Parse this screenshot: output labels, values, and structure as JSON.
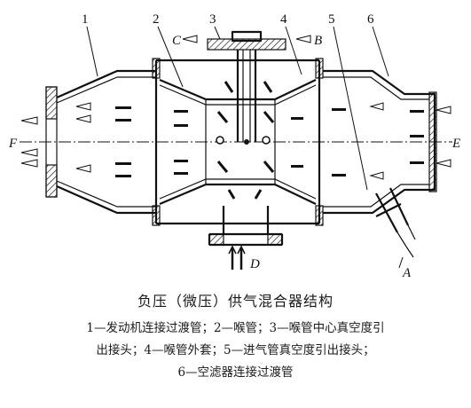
{
  "figure": {
    "part_numbers": [
      "1",
      "2",
      "3",
      "4",
      "5",
      "6"
    ],
    "port_letters": {
      "F": "F",
      "E": "E",
      "C": "C",
      "B": "B",
      "D": "D",
      "A": "A"
    }
  },
  "caption": {
    "title": "负压（微压）供气混合器结构",
    "legend_lines": [
      "1—发动机连接过渡管；2—喉管；3—喉管中心真空度引",
      "出接头；4—喉管外套；5—进气管真空度引出接头；",
      "6—空滤器连接过渡管"
    ]
  }
}
